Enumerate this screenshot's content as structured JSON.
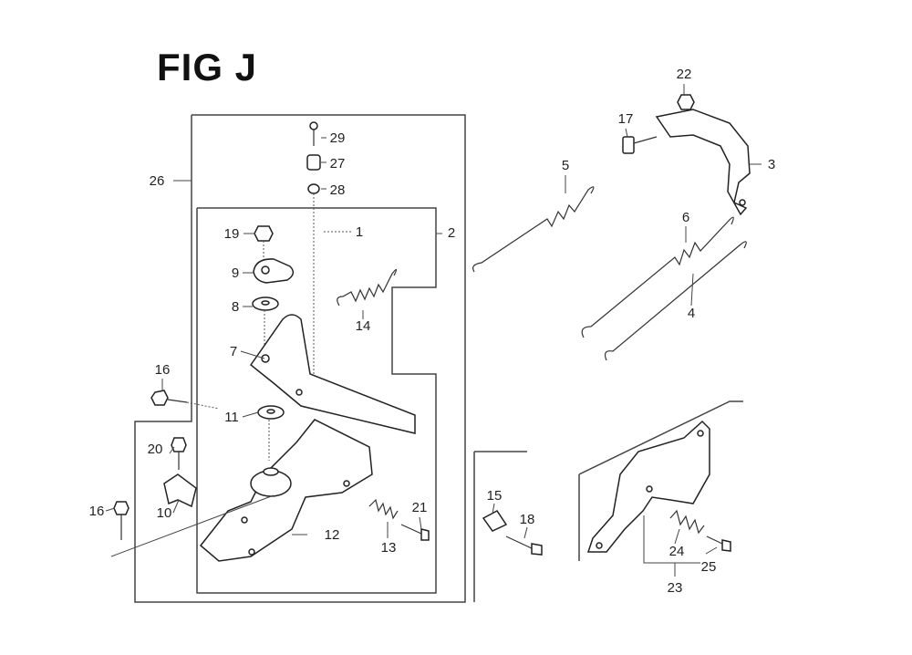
{
  "title": "FIG J",
  "callouts": [
    {
      "id": "29",
      "text": "29"
    },
    {
      "id": "27",
      "text": "27"
    },
    {
      "id": "28",
      "text": "28"
    },
    {
      "id": "26",
      "text": "26"
    },
    {
      "id": "19",
      "text": "19"
    },
    {
      "id": "1",
      "text": "1"
    },
    {
      "id": "2",
      "text": "2"
    },
    {
      "id": "9",
      "text": "9"
    },
    {
      "id": "8",
      "text": "8"
    },
    {
      "id": "14",
      "text": "14"
    },
    {
      "id": "7",
      "text": "7"
    },
    {
      "id": "16a",
      "text": "16"
    },
    {
      "id": "11",
      "text": "11"
    },
    {
      "id": "20",
      "text": "20"
    },
    {
      "id": "10",
      "text": "10"
    },
    {
      "id": "16b",
      "text": "16"
    },
    {
      "id": "12",
      "text": "12"
    },
    {
      "id": "21",
      "text": "21"
    },
    {
      "id": "13",
      "text": "13"
    },
    {
      "id": "5",
      "text": "5"
    },
    {
      "id": "22",
      "text": "22"
    },
    {
      "id": "17",
      "text": "17"
    },
    {
      "id": "3",
      "text": "3"
    },
    {
      "id": "6",
      "text": "6"
    },
    {
      "id": "4",
      "text": "4"
    },
    {
      "id": "15",
      "text": "15"
    },
    {
      "id": "18",
      "text": "18"
    },
    {
      "id": "24",
      "text": "24"
    },
    {
      "id": "25",
      "text": "25"
    },
    {
      "id": "23",
      "text": "23"
    }
  ]
}
